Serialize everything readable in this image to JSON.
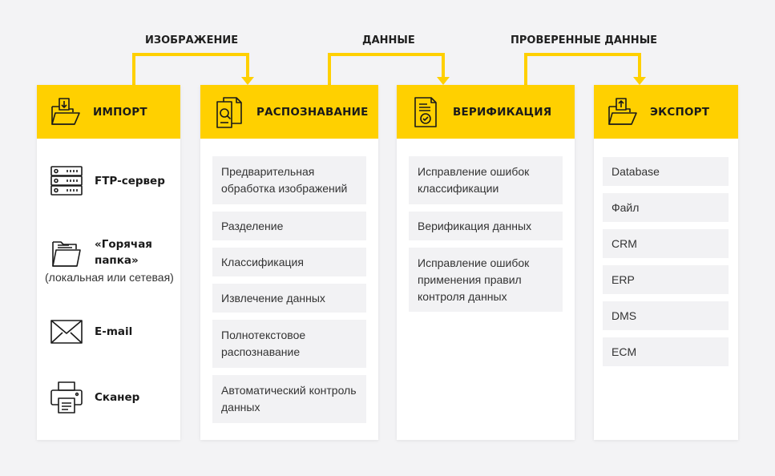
{
  "flows": {
    "image": "ИЗОБРАЖЕНИЕ",
    "data": "ДАННЫЕ",
    "verified": "ПРОВЕРЕННЫЕ ДАННЫЕ"
  },
  "colors": {
    "accent": "#ffd000",
    "card": "#ffffff",
    "item_bg": "#f2f2f4",
    "background": "#f3f3f5"
  },
  "columns": {
    "import": {
      "title": "ИМПОРТ",
      "icon": "folder-download-icon",
      "sources": [
        {
          "label": "FTP-сервер",
          "icon": "server-icon"
        },
        {
          "label_line1": "«Горячая",
          "label_line2": "папка»",
          "sub": "(локальная или сетевая)",
          "icon": "hot-folder-icon"
        },
        {
          "label": "E-mail",
          "icon": "envelope-icon"
        },
        {
          "label": "Сканер",
          "icon": "scanner-icon"
        }
      ]
    },
    "recognition": {
      "title": "РАСПОЗНАВАНИЕ",
      "icon": "document-search-icon",
      "items": [
        {
          "line1": "Предварительная",
          "line2": "обработка изображений"
        },
        {
          "line1": "Разделение"
        },
        {
          "line1": "Классификация"
        },
        {
          "line1": "Извлечение данных"
        },
        {
          "line1": "Полнотекстовое",
          "line2": "распознавание"
        },
        {
          "line1": "Автоматический контроль",
          "line2": "данных"
        }
      ]
    },
    "verification": {
      "title": "ВЕРИФИКАЦИЯ",
      "icon": "document-check-icon",
      "items": [
        {
          "line1": "Исправление ошибок",
          "line2": "классификации"
        },
        {
          "line1": "Верификация данных"
        },
        {
          "line1": "Исправление ошибок",
          "line2": "применения правил",
          "line3": "контроля данных"
        }
      ]
    },
    "export": {
      "title": "ЭКСПОРТ",
      "icon": "folder-upload-icon",
      "items": [
        "Database",
        "Файл",
        "CRM",
        "ERP",
        "DMS",
        "ECM"
      ]
    }
  }
}
